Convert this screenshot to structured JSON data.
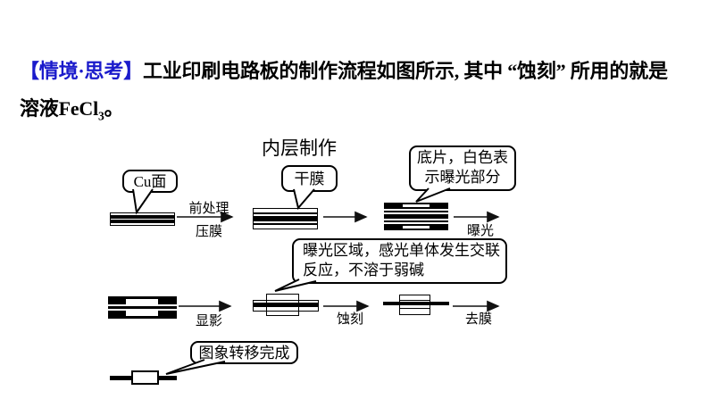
{
  "colors": {
    "accent_blue": "#1b1bcb",
    "ink": "#000000",
    "background": "#ffffff"
  },
  "title": {
    "bracket_label": "【情境·思考】",
    "line1_rest": "工业印刷电路板的制作流程如图所示, 其中 “蚀刻” 所用的就是",
    "line2_prefix": "溶液",
    "formula_base": "FeCl",
    "formula_subscript": "3",
    "line2_suffix": "。"
  },
  "diagram": {
    "section_title": "内层制作",
    "callouts": {
      "cu_surface": "Cu面",
      "dry_film": "干膜",
      "negative_line1": "底片，白色表",
      "negative_line2": "示曝光部分",
      "exposed_line1": "曝光区域，感光单体发生交联",
      "exposed_line2": "反应，不溶于弱碱",
      "transfer_complete": "图象转移完成"
    },
    "steps": {
      "pretreat": "前处理",
      "laminate": "压膜",
      "expose": "曝光",
      "develop": "显影",
      "etch": "蚀刻",
      "strip": "去膜"
    }
  }
}
